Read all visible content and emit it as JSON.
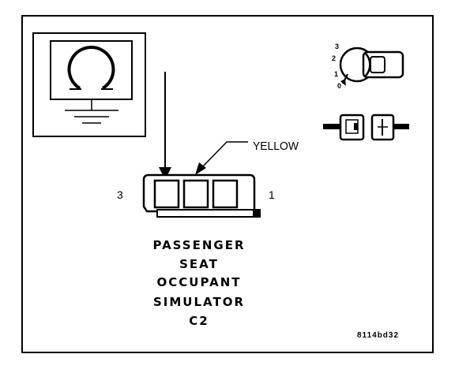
{
  "wire_color_label": "YELLOW",
  "pin_left": "3",
  "pin_right": "1",
  "title_lines": [
    "PASSENGER",
    "SEAT",
    "OCCUPANT",
    "SIMULATOR",
    "C2"
  ],
  "ignition_positions": [
    "3",
    "2",
    "1",
    "0"
  ],
  "figure_id": "8114bd32"
}
